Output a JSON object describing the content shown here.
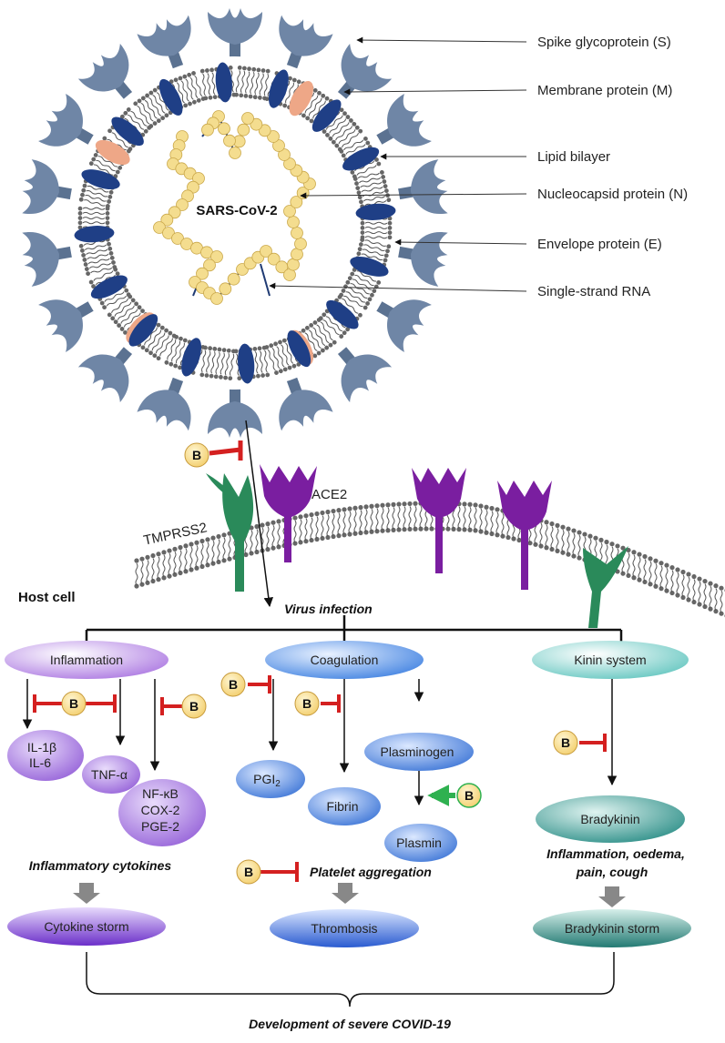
{
  "virus": {
    "name": "SARS-CoV-2",
    "labels": {
      "spike": "Spike glycoprotein (S)",
      "membrane": "Membrane protein (M)",
      "lipid": "Lipid bilayer",
      "nucleocapsid": "Nucleocapsid protein (N)",
      "envelope": "Envelope protein (E)",
      "rna": "Single-strand RNA"
    }
  },
  "host": {
    "host_cell": "Host cell",
    "tmprss2": "TMPRSS2",
    "ace2": "ACE2",
    "virus_infection": "Virus infection",
    "inhibitor_label": "B"
  },
  "pathways": {
    "inflammation": {
      "title": "Inflammation",
      "nodes": {
        "il": [
          "IL-1β",
          "IL-6"
        ],
        "tnf": "TNF-α",
        "nfkb": [
          "NF-κB",
          "COX-2",
          "PGE-2"
        ]
      },
      "caption": "Inflammatory cytokines",
      "outcome": "Cytokine storm"
    },
    "coagulation": {
      "title": "Coagulation",
      "nodes": {
        "pgi": "PGI",
        "pgi_sub": "2",
        "fibrin": "Fibrin",
        "plasminogen": "Plasminogen",
        "plasmin": "Plasmin"
      },
      "caption": "Platelet aggregation",
      "outcome": "Thrombosis"
    },
    "kinin": {
      "title": "Kinin system",
      "nodes": {
        "bradykinin": "Bradykinin"
      },
      "caption": [
        "Inflammation, oedema,",
        "pain, cough"
      ],
      "outcome": "Bradykinin storm"
    }
  },
  "final": "Development of severe COVID-19",
  "colors": {
    "spike": "#6f86a6",
    "spike_dark": "#5b7291",
    "membrane": "#1f3f86",
    "envelope": "#eea787",
    "nucleocapsid": "#f4dd8f",
    "rna": "#1f3a73",
    "inhibit": "#d42020",
    "activate": "#2fb150",
    "tmprss2": "#2a8a5a",
    "ace2": "#7a1ea0",
    "inflammation": "#b07fe3",
    "coagulation": "#3f7fe0",
    "kinin": "#2ea5a0",
    "bee_fill": "#f7dc8a"
  }
}
